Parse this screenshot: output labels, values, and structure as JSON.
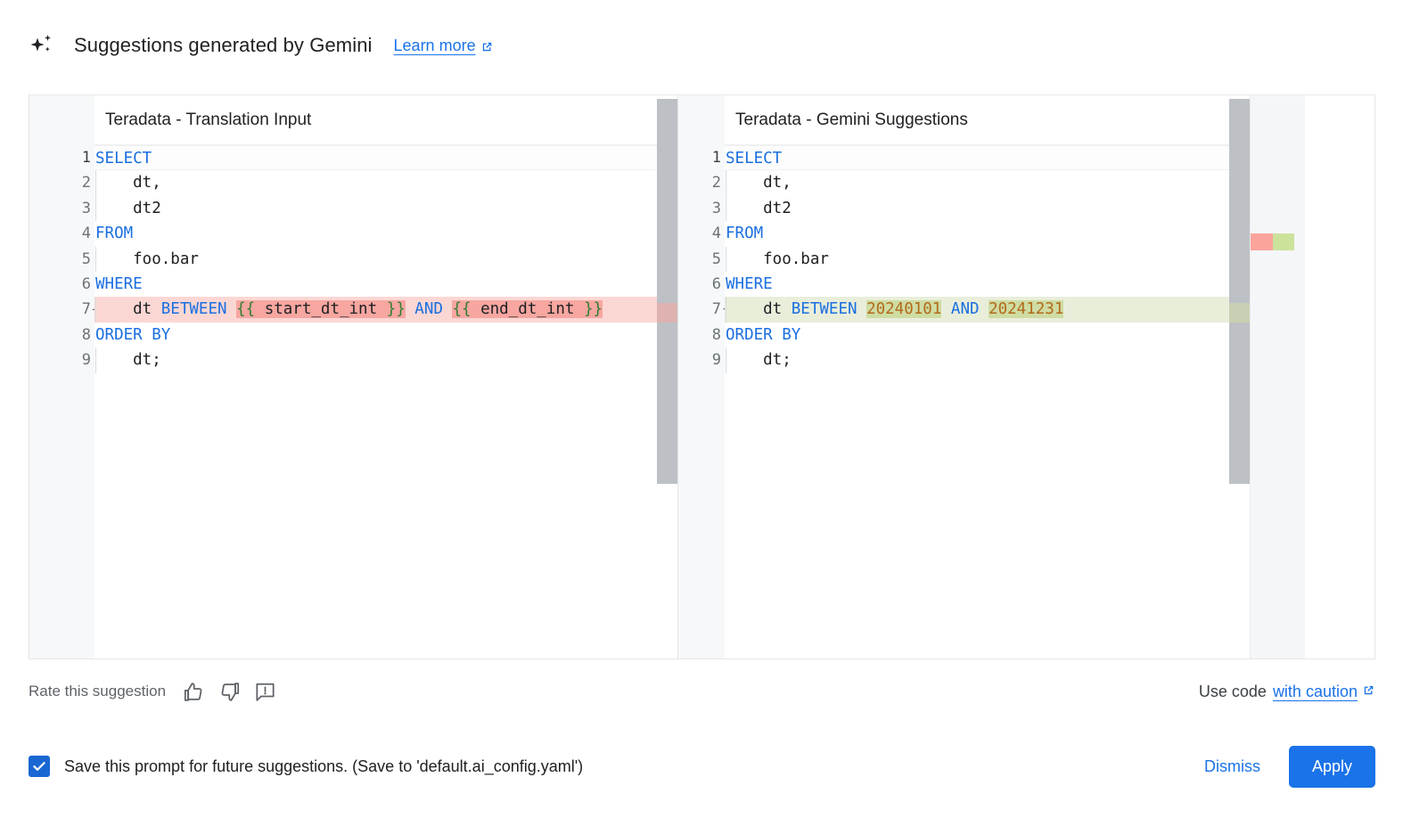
{
  "header": {
    "sparkle_icon": "sparkle-icon",
    "title": "Suggestions generated by Gemini",
    "learn_more_label": "Learn more",
    "external_icon": "external-link-icon"
  },
  "diff": {
    "left": {
      "title": "Teradata - Translation Input",
      "line_numbers": [
        "1",
        "2",
        "3",
        "4",
        "5",
        "6",
        "7",
        "8",
        "9"
      ],
      "diff_sign_line": 7,
      "diff_sign": "—",
      "lines": [
        {
          "n": "1",
          "state": "current",
          "tokens": [
            {
              "t": "SELECT",
              "c": "kw"
            }
          ]
        },
        {
          "n": "2",
          "state": "normal",
          "tokens": [
            {
              "t": "    dt,",
              "c": "plain"
            }
          ]
        },
        {
          "n": "3",
          "state": "normal",
          "tokens": [
            {
              "t": "    dt2",
              "c": "plain"
            }
          ]
        },
        {
          "n": "4",
          "state": "normal",
          "tokens": [
            {
              "t": "FROM",
              "c": "kw"
            }
          ]
        },
        {
          "n": "5",
          "state": "normal",
          "tokens": [
            {
              "t": "    foo.bar",
              "c": "plain"
            }
          ]
        },
        {
          "n": "6",
          "state": "normal",
          "tokens": [
            {
              "t": "WHERE",
              "c": "kw"
            }
          ]
        },
        {
          "n": "7",
          "state": "deleted",
          "tokens": [
            {
              "t": "    dt ",
              "c": "plain"
            },
            {
              "t": "BETWEEN",
              "c": "kw"
            },
            {
              "t": " ",
              "c": "plain"
            },
            {
              "t": "{{",
              "c": "brace hl-del"
            },
            {
              "t": " start_dt_int ",
              "c": "plain hl-del"
            },
            {
              "t": "}}",
              "c": "brace hl-del"
            },
            {
              "t": " ",
              "c": "plain"
            },
            {
              "t": "AND",
              "c": "kw"
            },
            {
              "t": " ",
              "c": "plain"
            },
            {
              "t": "{{",
              "c": "brace hl-del"
            },
            {
              "t": " end_dt_int ",
              "c": "plain hl-del"
            },
            {
              "t": "}}",
              "c": "brace hl-del"
            }
          ]
        },
        {
          "n": "8",
          "state": "normal",
          "tokens": [
            {
              "t": "ORDER BY",
              "c": "kw"
            }
          ]
        },
        {
          "n": "9",
          "state": "normal",
          "tokens": [
            {
              "t": "    dt;",
              "c": "plain"
            }
          ]
        }
      ]
    },
    "right": {
      "title": "Teradata - Gemini Suggestions",
      "line_numbers": [
        "1",
        "2",
        "3",
        "4",
        "5",
        "6",
        "7",
        "8",
        "9"
      ],
      "diff_sign_line": 7,
      "diff_sign": "+",
      "lines": [
        {
          "n": "1",
          "state": "current",
          "tokens": [
            {
              "t": "SELECT",
              "c": "kw"
            }
          ]
        },
        {
          "n": "2",
          "state": "normal",
          "tokens": [
            {
              "t": "    dt,",
              "c": "plain"
            }
          ]
        },
        {
          "n": "3",
          "state": "normal",
          "tokens": [
            {
              "t": "    dt2",
              "c": "plain"
            }
          ]
        },
        {
          "n": "4",
          "state": "normal",
          "tokens": [
            {
              "t": "FROM",
              "c": "kw"
            }
          ]
        },
        {
          "n": "5",
          "state": "normal",
          "tokens": [
            {
              "t": "    foo.bar",
              "c": "plain"
            }
          ]
        },
        {
          "n": "6",
          "state": "normal",
          "tokens": [
            {
              "t": "WHERE",
              "c": "kw"
            }
          ]
        },
        {
          "n": "7",
          "state": "added",
          "tokens": [
            {
              "t": "    dt ",
              "c": "plain"
            },
            {
              "t": "BETWEEN",
              "c": "kw"
            },
            {
              "t": " ",
              "c": "plain"
            },
            {
              "t": "20240101",
              "c": "num hl-add"
            },
            {
              "t": " ",
              "c": "plain"
            },
            {
              "t": "AND",
              "c": "kw"
            },
            {
              "t": " ",
              "c": "plain"
            },
            {
              "t": "20241231",
              "c": "num hl-add"
            }
          ]
        },
        {
          "n": "8",
          "state": "normal",
          "tokens": [
            {
              "t": "ORDER BY",
              "c": "kw"
            }
          ]
        },
        {
          "n": "9",
          "state": "normal",
          "tokens": [
            {
              "t": "    dt;",
              "c": "plain"
            }
          ]
        }
      ]
    },
    "colors": {
      "deleted_line_bg": "#fbd7d4",
      "deleted_token_bg": "#f7a6a0",
      "added_line_bg": "#e9eedb",
      "added_token_bg": "#cfdca3",
      "keyword": "#1a6fe0",
      "number": "#b26a1a",
      "brace": "#2e7d32",
      "overview_deleted": "#fba49c",
      "overview_added": "#cbe29b",
      "scrollbar_thumb": "#bdc1c6"
    }
  },
  "rate_bar": {
    "label": "Rate this suggestion",
    "thumb_up_icon": "thumb-up-icon",
    "thumb_down_icon": "thumb-down-icon",
    "report_icon": "report-feedback-icon",
    "use_code_prefix": "Use code",
    "caution_label": "with caution",
    "external_icon": "external-link-icon"
  },
  "footer": {
    "checkbox_checked": true,
    "checkbox_label": "Save this prompt for future suggestions. (Save to 'default.ai_config.yaml')",
    "dismiss_label": "Dismiss",
    "apply_label": "Apply",
    "accent_color": "#1a73e8"
  }
}
